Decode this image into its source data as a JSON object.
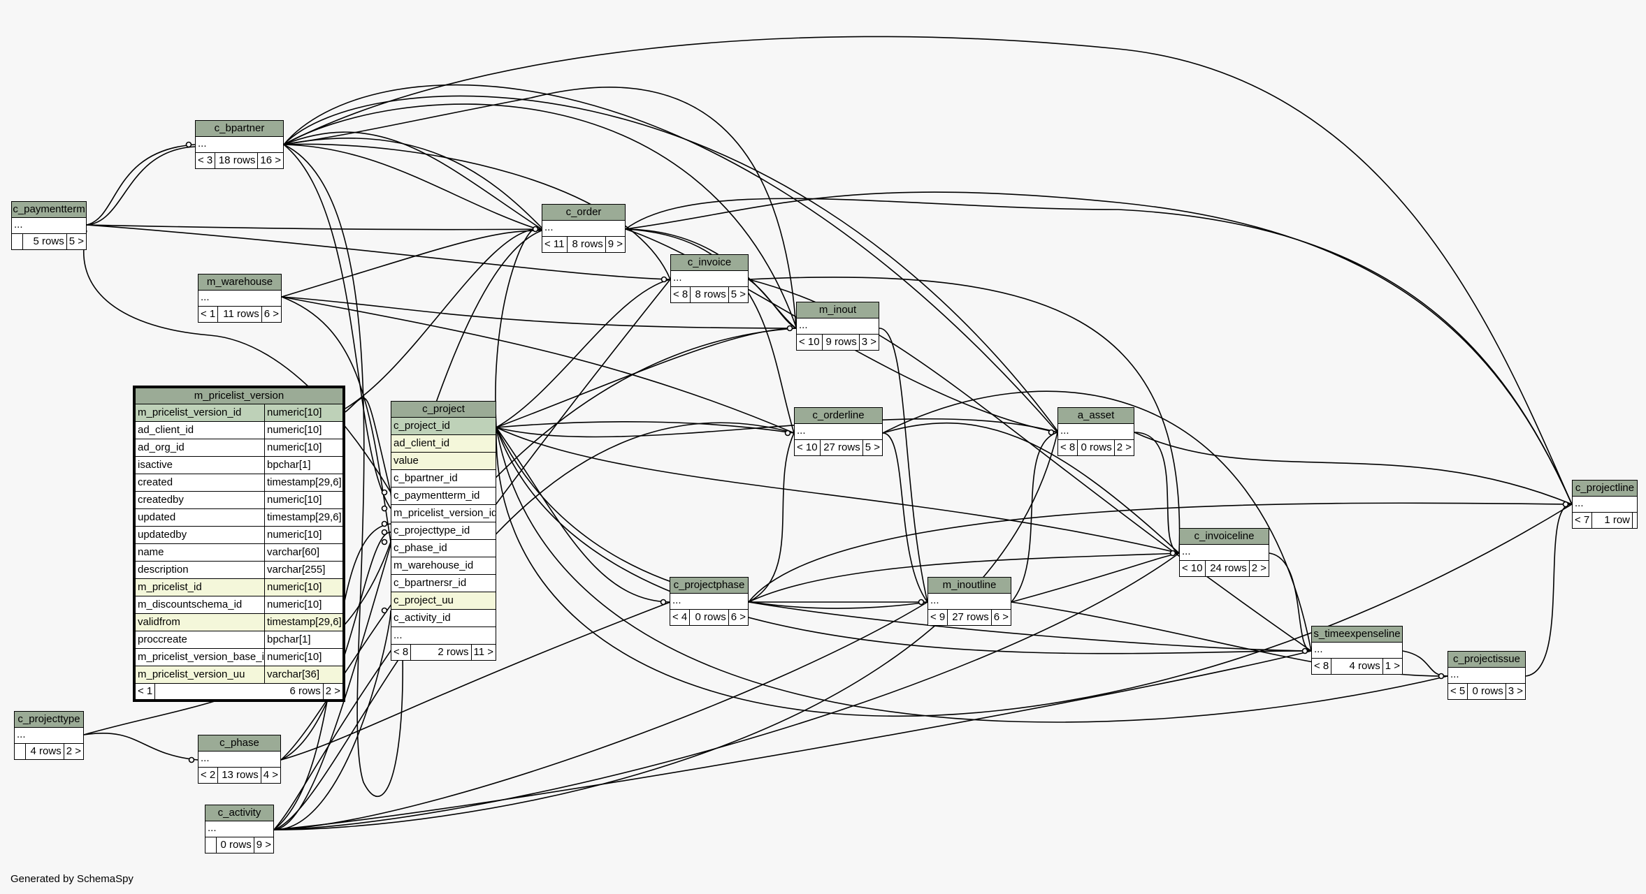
{
  "footer": "Generated by SchemaSpy",
  "tables": [
    {
      "id": "c_paymentterm",
      "name": "c_paymentterm",
      "cols": [
        "..."
      ],
      "foot": [
        "",
        "5 rows",
        "5 >"
      ]
    },
    {
      "id": "c_bpartner",
      "name": "c_bpartner",
      "cols": [
        "..."
      ],
      "foot": [
        "< 3",
        "18 rows",
        "16 >"
      ]
    },
    {
      "id": "m_warehouse",
      "name": "m_warehouse",
      "cols": [
        "..."
      ],
      "foot": [
        "< 1",
        "11 rows",
        "6 >"
      ]
    },
    {
      "id": "c_order",
      "name": "c_order",
      "cols": [
        "..."
      ],
      "foot": [
        "< 11",
        "8 rows",
        "9 >"
      ]
    },
    {
      "id": "c_invoice",
      "name": "c_invoice",
      "cols": [
        "..."
      ],
      "foot": [
        "< 8",
        "8 rows",
        "5 >"
      ]
    },
    {
      "id": "m_inout",
      "name": "m_inout",
      "cols": [
        "..."
      ],
      "foot": [
        "< 10",
        "9 rows",
        "3 >"
      ]
    },
    {
      "id": "c_orderline",
      "name": "c_orderline",
      "cols": [
        "..."
      ],
      "foot": [
        "< 10",
        "27 rows",
        "5 >"
      ]
    },
    {
      "id": "a_asset",
      "name": "a_asset",
      "cols": [
        "..."
      ],
      "foot": [
        "< 8",
        "0 rows",
        "2 >"
      ]
    },
    {
      "id": "c_projectline",
      "name": "c_projectline",
      "cols": [
        "..."
      ],
      "foot": [
        "< 7",
        "1 row",
        ""
      ]
    },
    {
      "id": "c_invoiceline",
      "name": "c_invoiceline",
      "cols": [
        "..."
      ],
      "foot": [
        "< 10",
        "24 rows",
        "2 >"
      ]
    },
    {
      "id": "c_projectphase",
      "name": "c_projectphase",
      "cols": [
        "..."
      ],
      "foot": [
        "< 4",
        "0 rows",
        "6 >"
      ]
    },
    {
      "id": "m_inoutline",
      "name": "m_inoutline",
      "cols": [
        "..."
      ],
      "foot": [
        "< 9",
        "27 rows",
        "6 >"
      ]
    },
    {
      "id": "s_timeexpenseline",
      "name": "s_timeexpenseline",
      "cols": [
        "..."
      ],
      "foot": [
        "< 8",
        "4 rows",
        "1 >"
      ]
    },
    {
      "id": "c_projectissue",
      "name": "c_projectissue",
      "cols": [
        "..."
      ],
      "foot": [
        "< 5",
        "0 rows",
        "3 >"
      ]
    },
    {
      "id": "c_projecttype",
      "name": "c_projecttype",
      "cols": [
        "..."
      ],
      "foot": [
        "",
        "4 rows",
        "2 >"
      ]
    },
    {
      "id": "c_phase",
      "name": "c_phase",
      "cols": [
        "..."
      ],
      "foot": [
        "< 2",
        "13 rows",
        "4 >"
      ]
    },
    {
      "id": "c_activity",
      "name": "c_activity",
      "cols": [
        "..."
      ],
      "foot": [
        "",
        "0 rows",
        "9 >"
      ]
    },
    {
      "id": "m_pricelist_version",
      "name": "m_pricelist_version",
      "focus": true,
      "cols": [
        {
          "n": "m_pricelist_version_id",
          "t": "numeric[10]",
          "k": "pk"
        },
        {
          "n": "ad_client_id",
          "t": "numeric[10]"
        },
        {
          "n": "ad_org_id",
          "t": "numeric[10]"
        },
        {
          "n": "isactive",
          "t": "bpchar[1]"
        },
        {
          "n": "created",
          "t": "timestamp[29,6]"
        },
        {
          "n": "createdby",
          "t": "numeric[10]"
        },
        {
          "n": "updated",
          "t": "timestamp[29,6]"
        },
        {
          "n": "updatedby",
          "t": "numeric[10]"
        },
        {
          "n": "name",
          "t": "varchar[60]"
        },
        {
          "n": "description",
          "t": "varchar[255]"
        },
        {
          "n": "m_pricelist_id",
          "t": "numeric[10]",
          "k": "idx"
        },
        {
          "n": "m_discountschema_id",
          "t": "numeric[10]"
        },
        {
          "n": "validfrom",
          "t": "timestamp[29,6]",
          "k": "idx"
        },
        {
          "n": "proccreate",
          "t": "bpchar[1]"
        },
        {
          "n": "m_pricelist_version_base_id",
          "t": "numeric[10]"
        },
        {
          "n": "m_pricelist_version_uu",
          "t": "varchar[36]",
          "k": "idx"
        }
      ],
      "foot": [
        "< 1",
        "6 rows",
        "2 >"
      ]
    },
    {
      "id": "c_project",
      "name": "c_project",
      "cols": [
        {
          "n": "c_project_id",
          "k": "pk"
        },
        {
          "n": "ad_client_id",
          "k": "idx"
        },
        {
          "n": "value",
          "k": "idx"
        },
        {
          "n": "c_bpartner_id"
        },
        {
          "n": "c_paymentterm_id"
        },
        {
          "n": "m_pricelist_version_id"
        },
        {
          "n": "c_projecttype_id"
        },
        {
          "n": "c_phase_id"
        },
        {
          "n": "m_warehouse_id"
        },
        {
          "n": "c_bpartnersr_id"
        },
        {
          "n": "c_project_uu",
          "k": "idx"
        },
        {
          "n": "c_activity_id"
        },
        {
          "n": "..."
        }
      ],
      "foot": [
        "< 8",
        "2 rows",
        "11 >"
      ]
    }
  ]
}
